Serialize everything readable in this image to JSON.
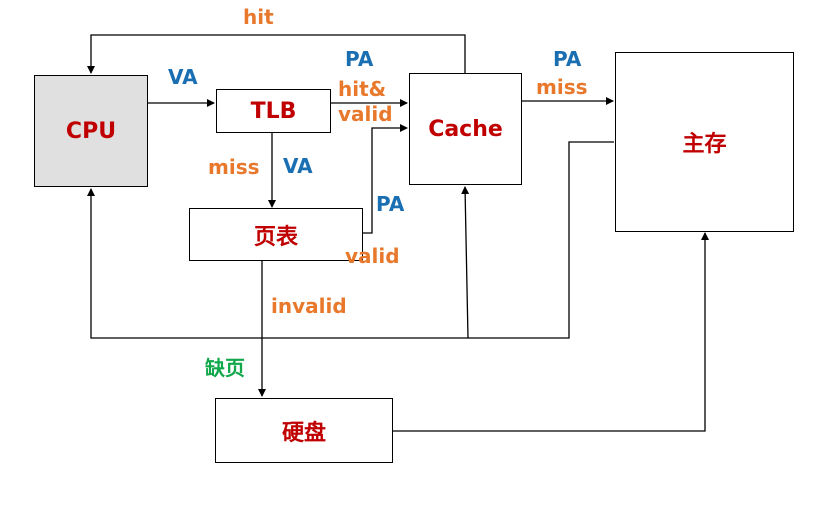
{
  "nodes": {
    "cpu": "CPU",
    "tlb": "TLB",
    "cache": "Cache",
    "main_memory": "主存",
    "page_table": "页表",
    "disk": "硬盘"
  },
  "labels": {
    "hit_top": "hit",
    "va_cpu_tlb": "VA",
    "pa_tlb_cache": "PA",
    "hit_valid_line1": "hit&",
    "hit_valid_line2": "valid",
    "pa_cache_mem": "PA",
    "miss_cache_mem": "miss",
    "miss_tlb": "miss",
    "va_tlb_pt": "VA",
    "pa_pt_cache": "PA",
    "valid_pt": "valid",
    "invalid_pt": "invalid",
    "page_fault": "缺页"
  },
  "colors": {
    "node_text": "#c00000",
    "blue_label": "#1a6fb3",
    "orange_label": "#e8782b",
    "green_label": "#10a84a",
    "cpu_fill": "#e0e0e0"
  }
}
